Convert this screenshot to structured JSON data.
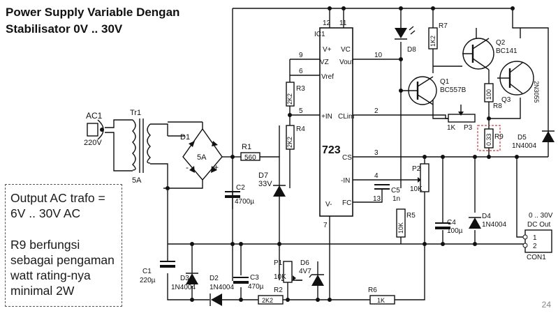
{
  "title": {
    "line1": "Power Supply Variable Dengan",
    "line2": "Stabilisator 0V .. 30V"
  },
  "note": {
    "line1": "Output AC trafo =",
    "line2": "6V .. 30V AC",
    "line3": "R9 berfungsi",
    "line4": "sebagai pengaman",
    "line5": "watt rating-nya",
    "line6": "minimal 2W"
  },
  "page_number": "24",
  "labels": {
    "ac1": "AC1",
    "ac1_v": "220V",
    "tr1": "Tr1",
    "tr1_a": "5A",
    "d1": "D1",
    "d1_a": "5A",
    "r1": "R1",
    "r1_v": "560",
    "c2": "C2",
    "c2_v": "4700µ",
    "d7": "D7",
    "d7_v": "33V",
    "ic1": "IC1",
    "ic_name": "723",
    "pin_vplus": "V+",
    "pin_vc": "VC",
    "pin_vz": "VZ",
    "pin_vout": "Vout",
    "pin_vref": "Vref",
    "pin_inp": "+IN",
    "pin_clim": "CLim",
    "pin_cs": "CS",
    "pin_inm": "-IN",
    "pin_fc": "FC",
    "pin_vminus": "V-",
    "n12": "12",
    "n11": "11",
    "n9": "9",
    "n10": "10",
    "n6": "6",
    "n5": "5",
    "n2": "2",
    "n3": "3",
    "n4": "4",
    "n13": "13",
    "n7": "7",
    "r3": "R3",
    "r3_v": "2K2",
    "r4": "R4",
    "r4_v": "2K2",
    "d8": "D8",
    "r7": "R7",
    "r7_v": "1K2",
    "q1": "Q1",
    "q1_v": "BC557B",
    "q2": "Q2",
    "q2_v": "BC141",
    "q3": "Q3",
    "q3_v": "2N3055",
    "r8": "R8",
    "r8_v": "100",
    "p3": "P3",
    "p3_v": "1K",
    "r9": "R9",
    "r9_v": "0.33",
    "d5": "D5",
    "d5_v": "1N4004",
    "p2": "P2",
    "p2_v": "10K",
    "c5": "C5",
    "c5_v": "1n",
    "r5": "R5",
    "r5_v": "10K",
    "c4": "C4",
    "c4_v": "100µ",
    "d4": "D4",
    "d4_v": "1N4004",
    "con1": "CON1",
    "con1_t1": "0 .. 30V",
    "con1_t2": "DC Out",
    "con1_p1": "1",
    "con1_p2": "2",
    "c1": "C1",
    "c1_v": "220µ",
    "d3": "D3",
    "d3_v": "1N4004",
    "d2": "D2",
    "d2_v": "1N4004",
    "c3": "C3",
    "c3_v": "470µ",
    "r2": "R2",
    "r2_v": "2K2",
    "p1": "P1",
    "p1_v": "10K",
    "d6": "D6",
    "d6_v": "4V7",
    "r6": "R6",
    "r6_v": "1K"
  },
  "colors": {
    "wire": "#111111",
    "r9_highlight": "#d23b3b",
    "note_border": "#555555"
  }
}
